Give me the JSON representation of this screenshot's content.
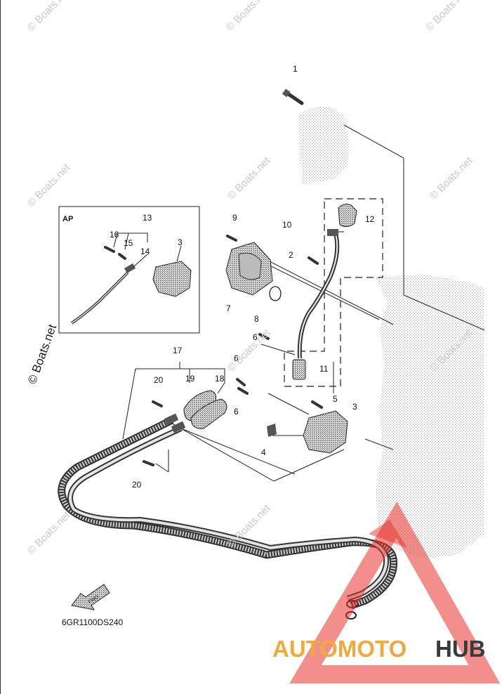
{
  "diagram": {
    "watermark_text": "© Boats.net",
    "inset_label": "AP",
    "part_code": "6GR1100DS240",
    "fwd_label": "FWD",
    "brand": {
      "part1": "AUTOMOTO",
      "part2": "HUB",
      "color1": "#f2a93b",
      "color2": "#3a3a3a",
      "triangle_color": "#e8322c"
    },
    "callouts": {
      "c1": "1",
      "c2": "2",
      "c3a": "3",
      "c3b": "3",
      "c4": "4",
      "c5": "5",
      "c6a": "6",
      "c6b": "6",
      "c6c": "6",
      "c7": "7",
      "c8": "8",
      "c9": "9",
      "c10": "10",
      "c11": "11",
      "c12": "12",
      "c13": "13",
      "c14": "14",
      "c15": "15",
      "c16": "16",
      "c17": "17",
      "c18": "18",
      "c19": "19",
      "c20a": "20",
      "c20b": "20"
    }
  }
}
